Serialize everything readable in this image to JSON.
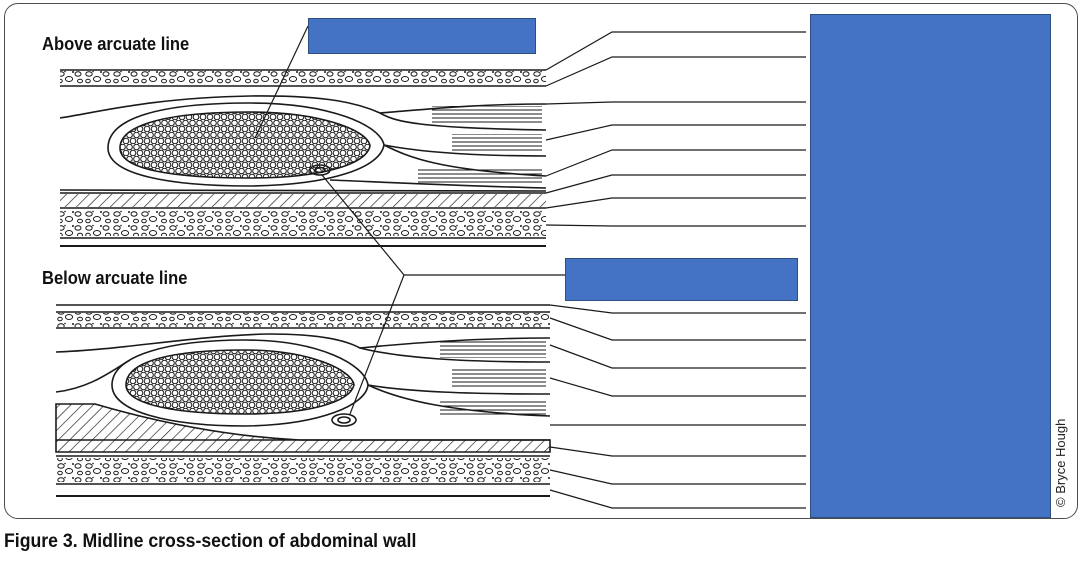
{
  "figure": {
    "caption": "Figure 3. Midline cross-section of abdominal wall",
    "credit": "© Bryce Hough",
    "sections": {
      "above": "Above arcuate line",
      "below": "Below arcuate line"
    }
  },
  "colors": {
    "label_box_fill": "#4472c4",
    "line": "#1a1a1a",
    "frame": "#4d4d4d"
  },
  "hidden_labels": {
    "description": "Blue boxes cover the answer labels (blank quiz boxes)",
    "count": 3
  }
}
